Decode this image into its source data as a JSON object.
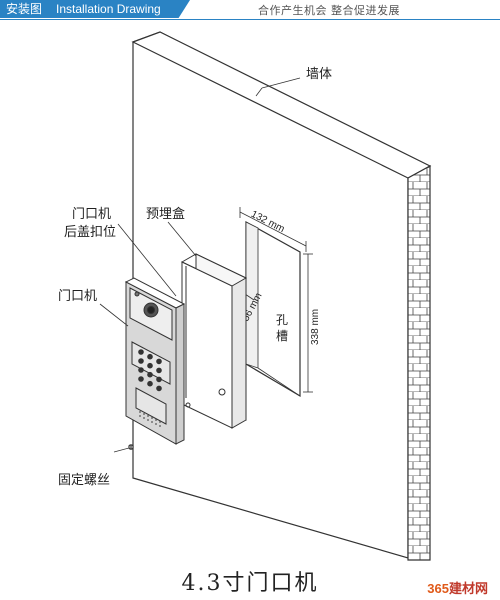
{
  "header": {
    "section_cn": "安装图",
    "section_en": "Installation Drawing",
    "slogan": "合作产生机会   整合促进发展",
    "accent_color": "#2a83c4"
  },
  "labels": {
    "wall": "墙体",
    "back_cover_line1": "门口机",
    "back_cover_line2": "后盖扣位",
    "embedded_box": "预埋盒",
    "door_unit": "门口机",
    "fixing_screw": "固定螺丝",
    "slot_char1": "孔",
    "slot_char2": "槽"
  },
  "dimensions": {
    "width": "132 mm",
    "depth": "56 mm",
    "height": "338 mm"
  },
  "caption": "4.3寸门口机",
  "watermark": {
    "number": "365",
    "text": "建材网"
  }
}
